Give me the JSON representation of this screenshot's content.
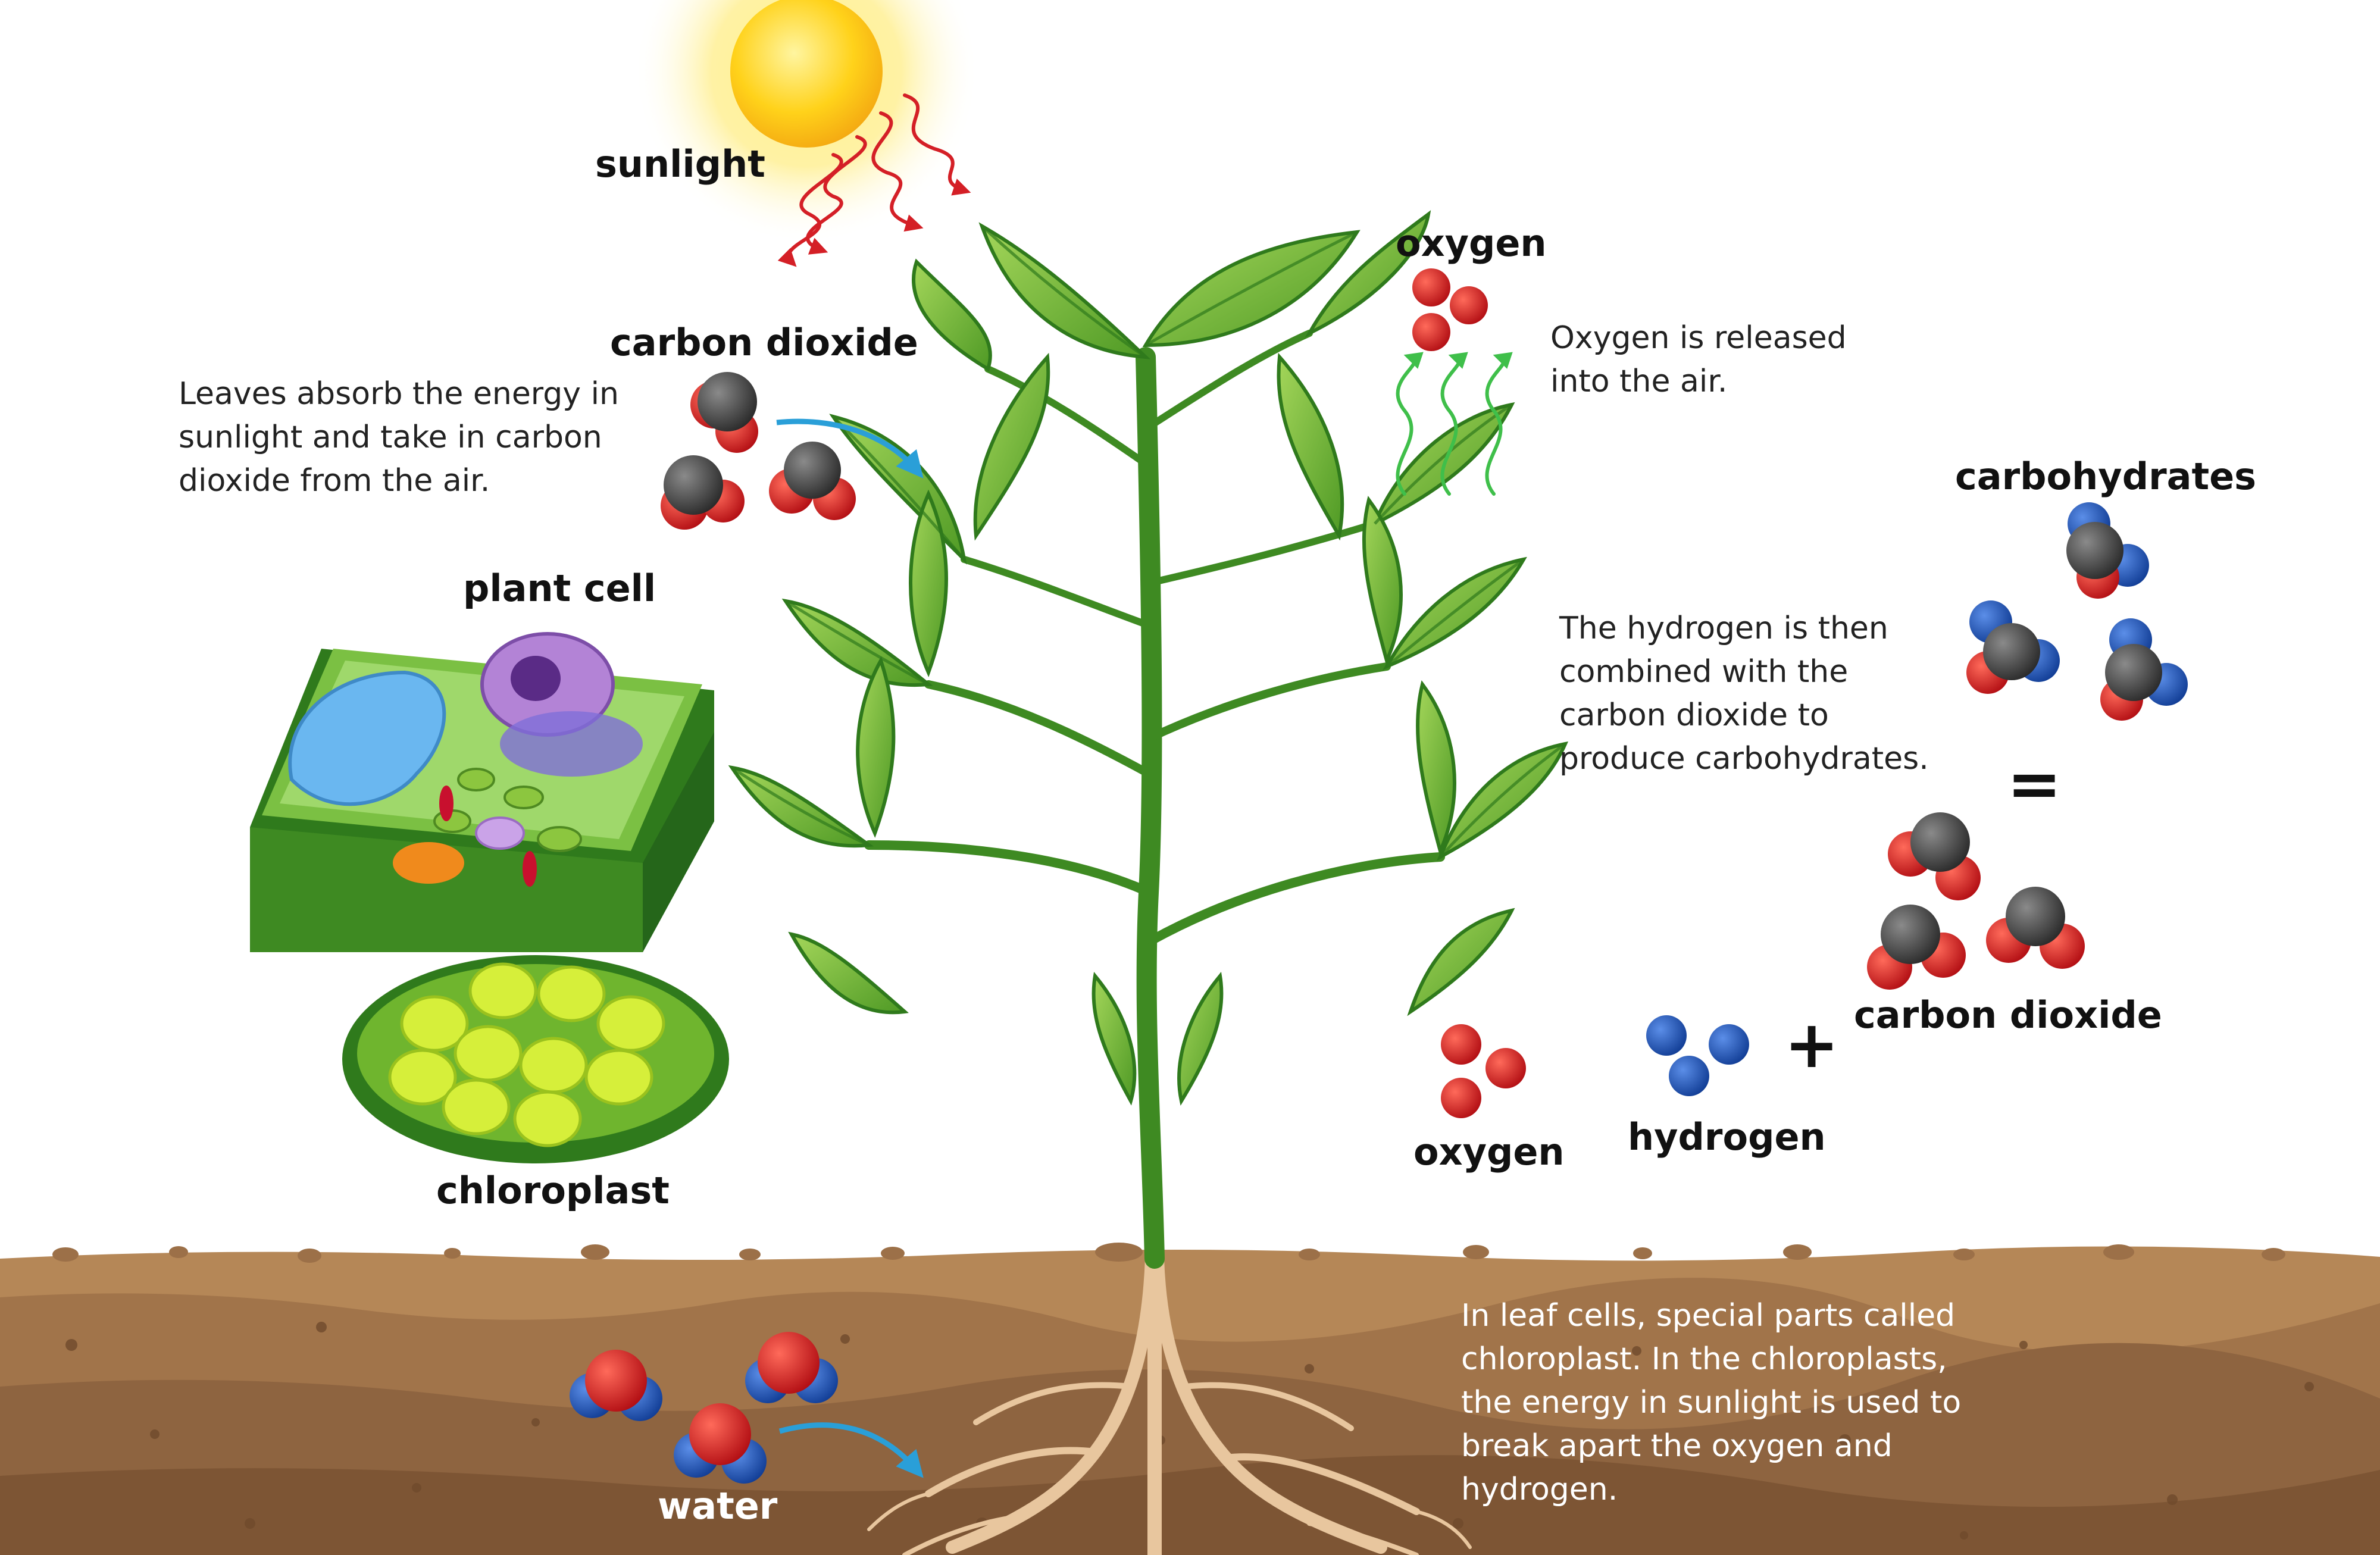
{
  "labels": {
    "sunlight": "sunlight",
    "carbon_dioxide_top": "carbon dioxide",
    "oxygen_top": "oxygen",
    "carbohydrates": "carbohydrates",
    "plant_cell": "plant cell",
    "chloroplast": "chloroplast",
    "carbon_dioxide_bottom": "carbon dioxide",
    "oxygen_bottom": "oxygen",
    "hydrogen": "hydrogen",
    "water": "water"
  },
  "texts": {
    "leaves_absorb": "Leaves absorb the energy in\nsunlight and take in carbon\ndioxide from the air.",
    "oxygen_released": "Oxygen is released\ninto the air.",
    "hydrogen_combined": "The hydrogen is then\ncombined with the\ncarbon dioxide to\nproduce carbohydrates.",
    "leaf_cells": "In leaf cells, special parts called\nchloroplast. In the chloroplasts,\nthe energy in sunlight is used to\nbreak apart the oxygen and\nhydrogen."
  },
  "symbols": {
    "equals": "=",
    "plus": "+"
  },
  "colors": {
    "carbon": "#4a4a4a",
    "oxygen": "#d41f26",
    "hydrogen": "#1f56b8",
    "leaf": "#6fb52e",
    "leaf_dark": "#2f7a1c",
    "soil": "#a97b50",
    "soil_dark": "#8a5f38",
    "sun": "#ffd21a",
    "arrow_blue": "#2a9fd8",
    "arrow_green": "#3fbf4a"
  }
}
